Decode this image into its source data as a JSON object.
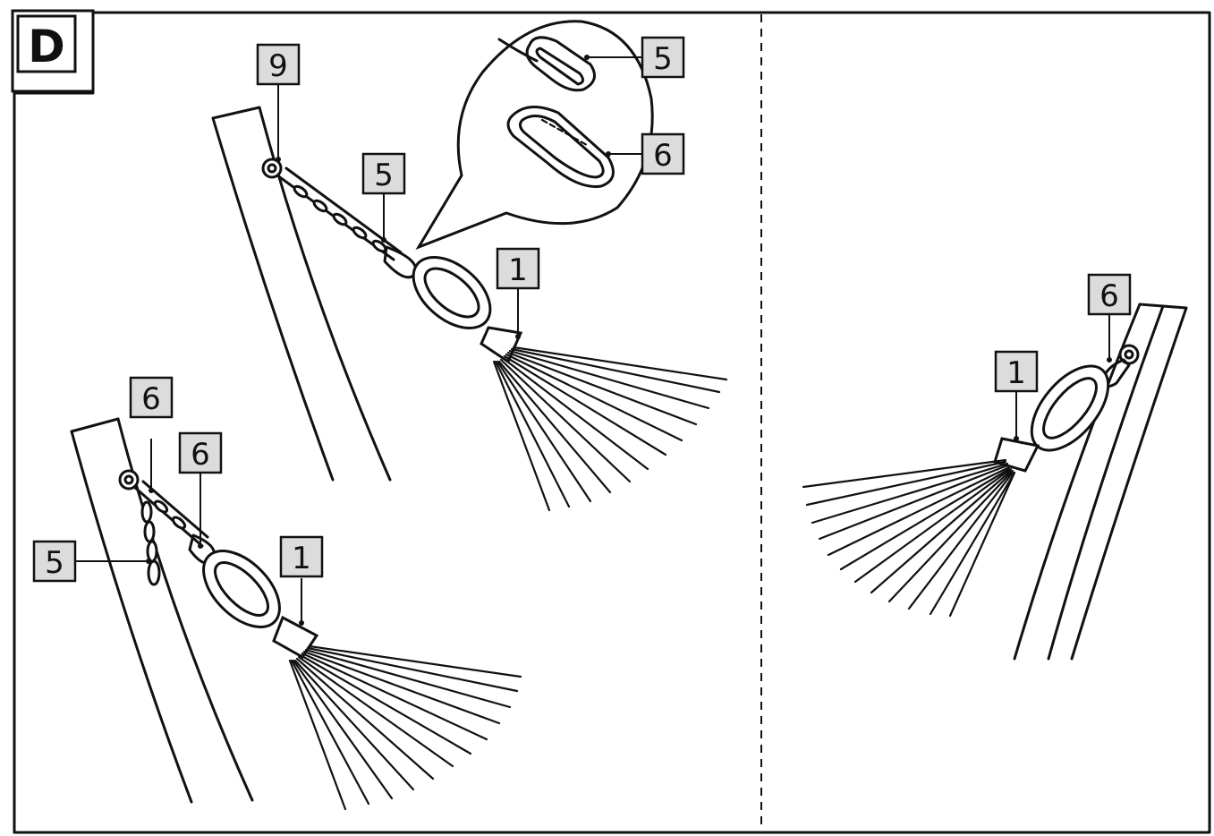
{
  "step": "D",
  "callouts": {
    "left_top": {
      "hook": "9",
      "chain": "5",
      "ring": "1",
      "zoom_chain": "5",
      "zoom_carabiner": "6"
    },
    "left_bottom": {
      "carabiner_a": "6",
      "carabiner_b": "6",
      "chain": "5",
      "ring": "1"
    },
    "right": {
      "carabiner": "6",
      "ring": "1"
    }
  },
  "colors": {
    "ink": "#111111",
    "label_fill": "#dcdcdc",
    "background": "#ffffff"
  }
}
